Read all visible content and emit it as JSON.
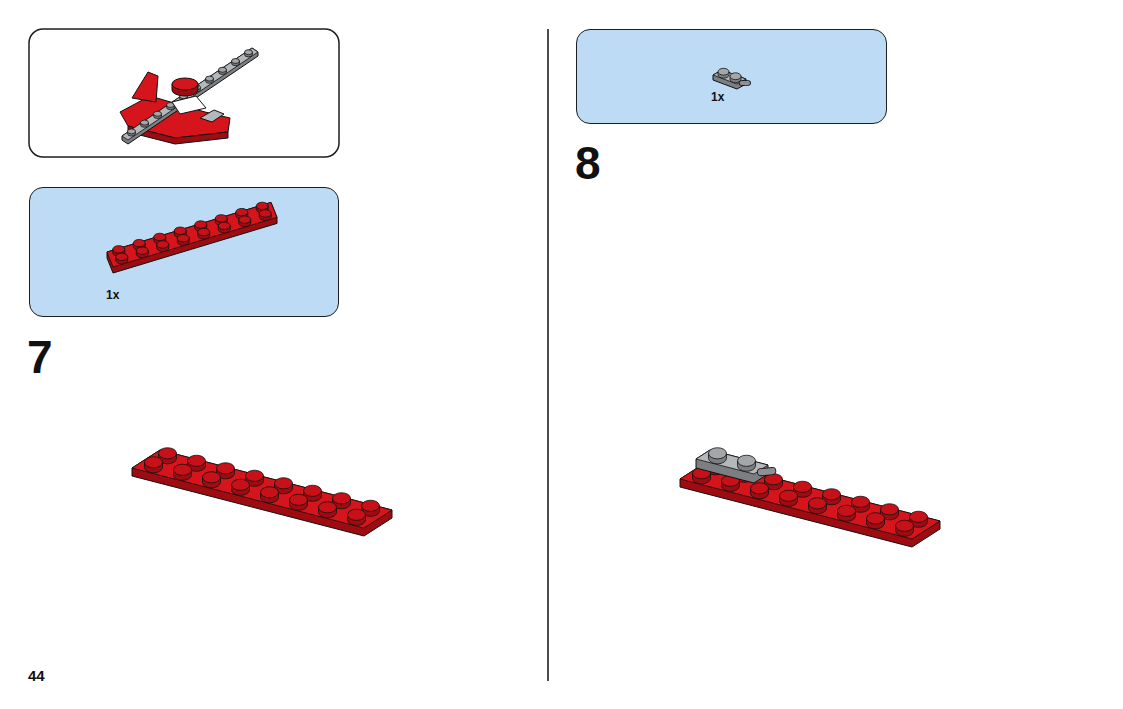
{
  "diagram": {
    "nodes": [
      {
        "text": [
          "1x"
        ]
      },
      {
        "text": [
          "1x"
        ]
      }
    ],
    "labels": [
      "7",
      "8",
      "44"
    ]
  }
}
